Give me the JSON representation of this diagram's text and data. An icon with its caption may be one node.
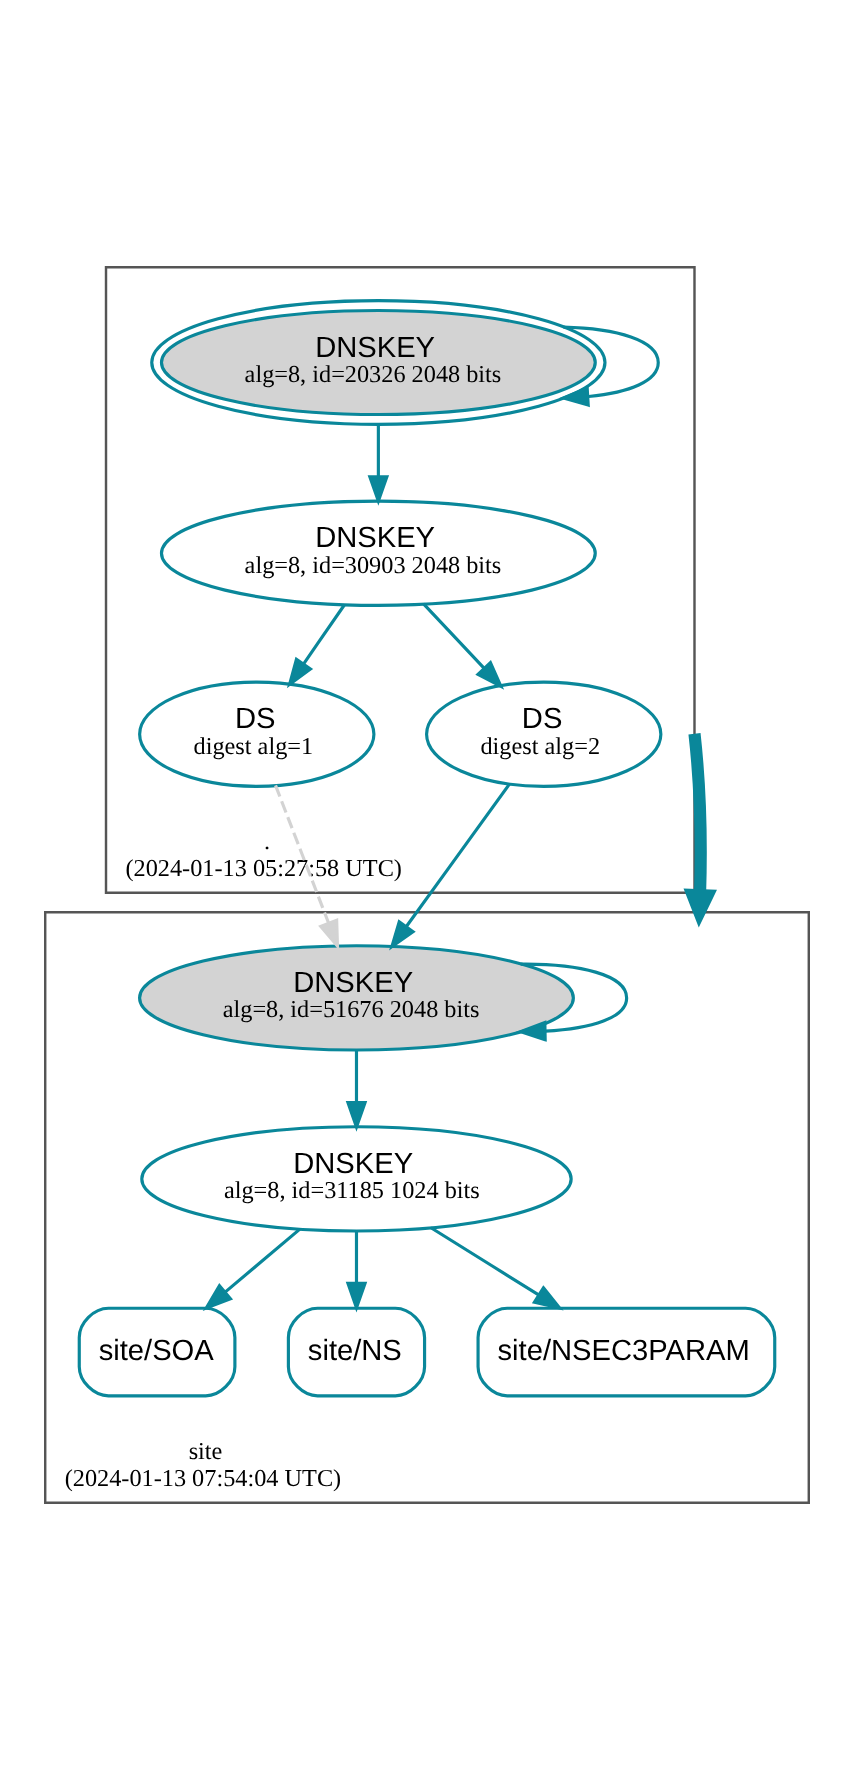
{
  "diagram": {
    "nodes": [
      {
        "text": [
          ".",
          "(2024-01-13 05:27:58 UTC)"
        ]
      },
      {
        "text": [
          "DNSKEY",
          "alg=8, id=20326 2048 bits"
        ],
        "in": 0
      },
      {
        "text": [
          "DNSKEY",
          "alg=8, id=30903 2048 bits"
        ],
        "in": 0
      },
      {
        "text": [
          "DS",
          "digest alg=1"
        ],
        "in": 0
      },
      {
        "text": [
          "DS",
          "digest alg=2"
        ],
        "in": 0
      },
      {
        "text": [
          "site",
          "(2024-01-13 07:54:04 UTC)"
        ]
      },
      {
        "text": [
          "DNSKEY",
          "alg=8, id=51676 2048 bits"
        ],
        "in": 5
      },
      {
        "text": [
          "DNSKEY",
          "alg=8, id=31185 1024 bits"
        ],
        "in": 5
      },
      {
        "text": [
          "site/SOA"
        ],
        "in": 5
      },
      {
        "text": [
          "site/NS"
        ],
        "in": 5
      },
      {
        "text": [
          "site/NSEC3PARAM"
        ],
        "in": 5
      }
    ],
    "edges": [
      {
        "from": 1,
        "to": 1,
        "arrow": "to"
      },
      {
        "from": 1,
        "to": 2,
        "arrow": "to"
      },
      {
        "from": 2,
        "to": 3,
        "arrow": "to"
      },
      {
        "from": 2,
        "to": 4,
        "arrow": "to"
      },
      {
        "from": 0,
        "to": 5,
        "arrow": "to",
        "style": "thick"
      },
      {
        "from": 3,
        "to": 6,
        "arrow": "to",
        "style": "dashed",
        "color": "#d3d3d3"
      },
      {
        "from": 4,
        "to": 6,
        "arrow": "to"
      },
      {
        "from": 6,
        "to": 6,
        "arrow": "to"
      },
      {
        "from": 6,
        "to": 7,
        "arrow": "to"
      },
      {
        "from": 7,
        "to": 8,
        "arrow": "to"
      },
      {
        "from": 7,
        "to": 9,
        "arrow": "to"
      },
      {
        "from": 7,
        "to": 10,
        "arrow": "to"
      }
    ]
  }
}
